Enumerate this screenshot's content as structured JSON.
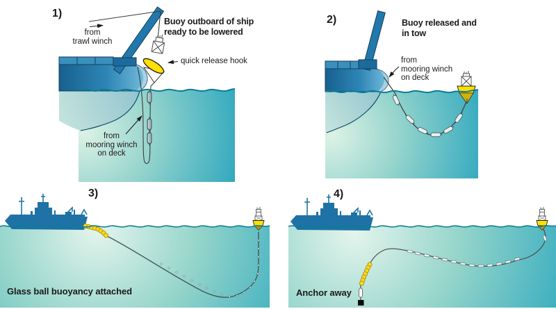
{
  "figure": {
    "description_domain": "mooring deployment sequence diagram",
    "panels": [
      {
        "number": "1)",
        "title": "Buoy outboard of ship\nready to be lowered",
        "labels": {
          "trawl": "from\ntrawl winch",
          "hook": "quick release hook",
          "mooring": "from\nmooring winch\non deck"
        }
      },
      {
        "number": "2)",
        "title": "Buoy released and\nin tow",
        "labels": {
          "mooring": "from\nmooring winch\non deck"
        }
      },
      {
        "number": "3)",
        "caption": "Glass ball buoyancy attached"
      },
      {
        "number": "4)",
        "caption": "Anchor away"
      }
    ],
    "colors": {
      "ship_blue": "#1e72a5",
      "hull_dark": "#17608f",
      "hull_light": "#79bedd",
      "water_teal": "#2aa5bd",
      "water_pale": "#ddf2e6",
      "wave_stroke": "#0a7d98",
      "buoy_yellow": "#ffe000",
      "glass_ball_yellow": "#ffd91f",
      "rope": "#3b3b3b",
      "anchor_black": "#0d0d0d",
      "text": "#1a1a1a"
    }
  }
}
